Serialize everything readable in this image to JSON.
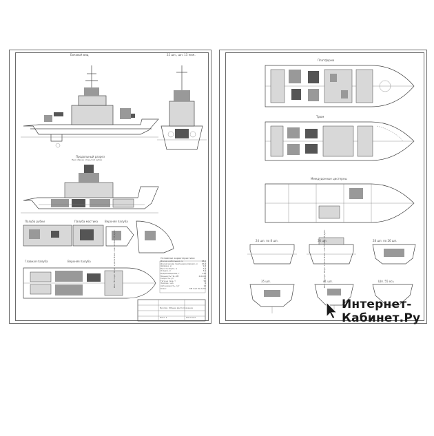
{
  "left_sheet": {
    "labels": {
      "side_view": "Боковой вид",
      "side_sections": "25 шп., шп. 15 ниж.",
      "longitudinal_section": "Продольный разрез",
      "longitudinal_sub": "При образе открытой рубки",
      "top_deck": "Палуба рубки",
      "nav_bridge": "Палуба мостика",
      "fore_deck": "Верхняя палуба",
      "main_deck": "Главная палуба",
      "upper_deck_plan": "Верхняя палуба"
    },
    "particulars_title": "Основные характеристики",
    "particulars": [
      {
        "name": "Длина наибольшая, м",
        "value": "28,8"
      },
      {
        "name": "Длина между перпендикулярами, м",
        "value": "26,0"
      },
      {
        "name": "Ширина, м",
        "value": "9,0"
      },
      {
        "name": "Высота борта, м",
        "value": "4,6"
      },
      {
        "name": "Осадка, м",
        "value": "3,5"
      },
      {
        "name": "Водоизмещение, т",
        "value": "430"
      },
      {
        "name": "Мощность ГД, кВт",
        "value": "2х1400"
      },
      {
        "name": "Скорость, уз",
        "value": "12"
      },
      {
        "name": "Тяга на гаке, т",
        "value": "50"
      },
      {
        "name": "Экипаж, чел.",
        "value": "6"
      },
      {
        "name": "Автономность, сут",
        "value": "10"
      },
      {
        "name": "Класс",
        "value": "КМ Ice2 R2 AUT1"
      }
    ],
    "title_block": {
      "drawing_title": "Буксир. Общее расположение",
      "sheet": "Лист 1",
      "sheets": "Листов 2"
    },
    "margin_text": "Инв. № подл. Подп. и дата Взам. инв. № Инв. № дубл."
  },
  "right_sheet": {
    "labels": {
      "wheelhouse": "Платформа",
      "hold": "Трюм",
      "double_bottom": "Междудонные цистерны",
      "sections_row1": [
        "24 шп. по 8 шп.",
        "36 шп.",
        "28 шп. по 26 шп."
      ],
      "sections_row2": [
        "35 шп.",
        "41 шп.",
        "Шп. 55 ось"
      ]
    },
    "margin_text": "Инв. № подл. Подп. и дата Взам. инв. № Инв. № дубл."
  },
  "watermark": {
    "line1": "Интернет-",
    "line2": "Кабинет.Ру"
  }
}
